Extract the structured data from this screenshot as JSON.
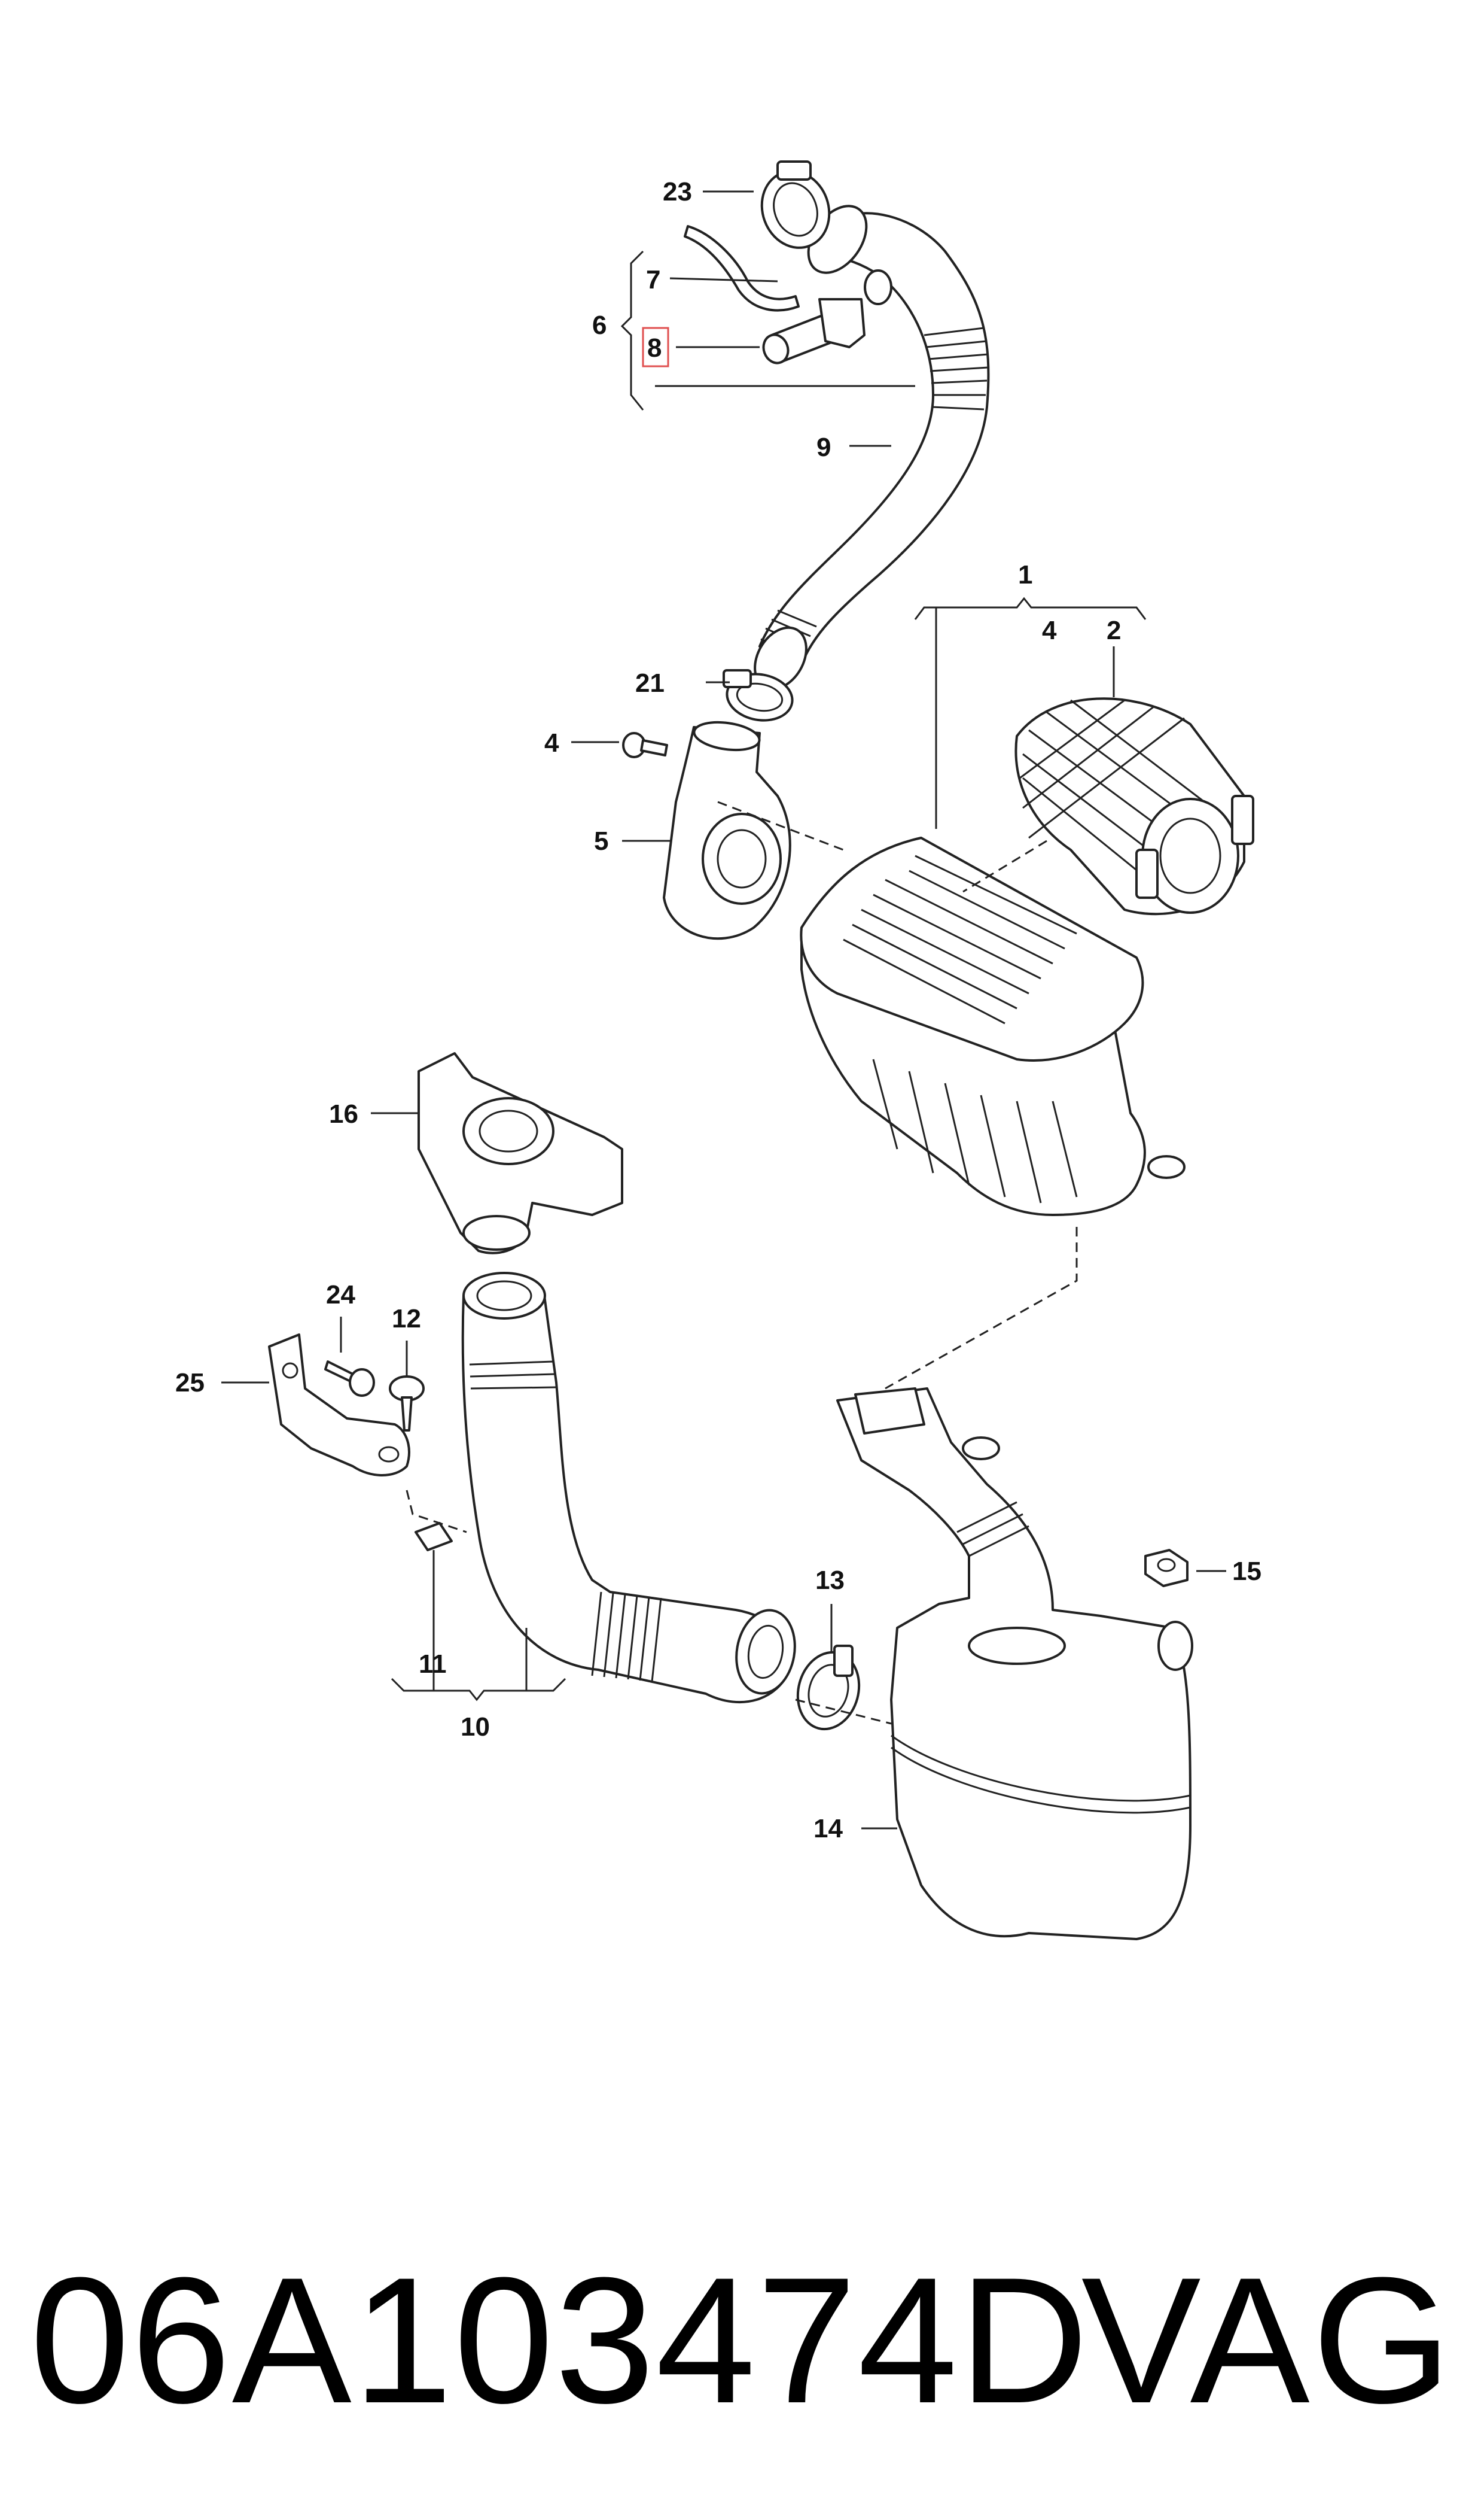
{
  "diagram": {
    "callouts": [
      {
        "id": "c1",
        "label": "1"
      },
      {
        "id": "c2",
        "label": "2"
      },
      {
        "id": "c4a",
        "label": "4"
      },
      {
        "id": "c4b",
        "label": "4"
      },
      {
        "id": "c5",
        "label": "5"
      },
      {
        "id": "c6",
        "label": "6"
      },
      {
        "id": "c7",
        "label": "7"
      },
      {
        "id": "c8",
        "label": "8",
        "highlighted": true
      },
      {
        "id": "c9",
        "label": "9"
      },
      {
        "id": "c10",
        "label": "10"
      },
      {
        "id": "c11",
        "label": "11"
      },
      {
        "id": "c12",
        "label": "12"
      },
      {
        "id": "c13",
        "label": "13"
      },
      {
        "id": "c14",
        "label": "14"
      },
      {
        "id": "c15",
        "label": "15"
      },
      {
        "id": "c16",
        "label": "16"
      },
      {
        "id": "c21",
        "label": "21"
      },
      {
        "id": "c23",
        "label": "23"
      },
      {
        "id": "c24",
        "label": "24"
      },
      {
        "id": "c25",
        "label": "25"
      }
    ],
    "highlight_color": "#e05050"
  },
  "footer": {
    "part_number": "06A103474D",
    "brand": "VAG"
  }
}
